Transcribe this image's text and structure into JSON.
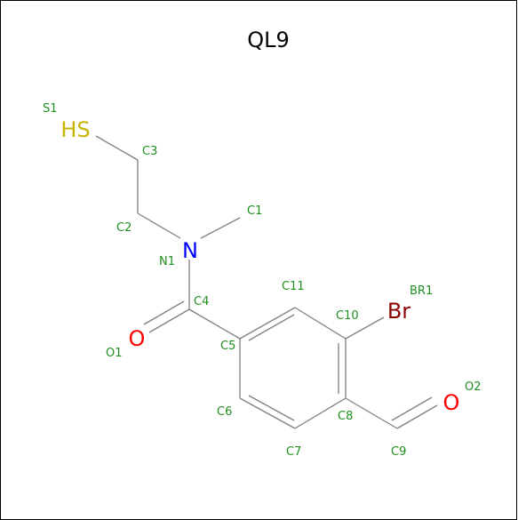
{
  "title": "QL9",
  "colors": {
    "bond": "#808080",
    "carbon_index": "#1f8f1f",
    "nitrogen": "#0000ff",
    "oxygen": "#ff0000",
    "sulfur": "#c8b400",
    "bromine": "#8b0000",
    "border": "#000000"
  },
  "atoms": {
    "S1": {
      "symbol": "HS",
      "index": "S1"
    },
    "C3": {
      "index": "C3"
    },
    "C2": {
      "index": "C2"
    },
    "N1": {
      "symbol": "N",
      "index": "N1"
    },
    "C1": {
      "index": "C1"
    },
    "C4": {
      "index": "C4"
    },
    "O1": {
      "symbol": "O",
      "index": "O1"
    },
    "C5": {
      "index": "C5"
    },
    "C11": {
      "index": "C11"
    },
    "C10": {
      "index": "C10"
    },
    "BR1": {
      "symbol": "Br",
      "index": "BR1"
    },
    "C6": {
      "index": "C6"
    },
    "C7": {
      "index": "C7"
    },
    "C8": {
      "index": "C8"
    },
    "C9": {
      "index": "C9"
    },
    "O2": {
      "symbol": "O",
      "index": "O2"
    }
  }
}
